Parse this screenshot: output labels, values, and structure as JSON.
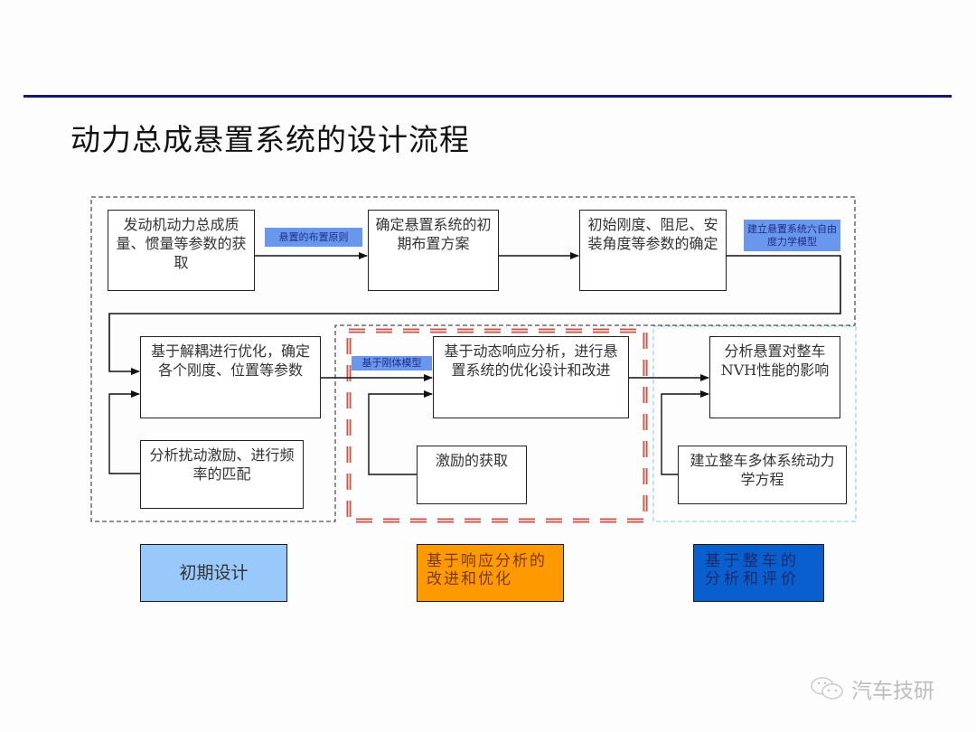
{
  "slide": {
    "title": "动力总成悬置系统的设计流程",
    "watermark": {
      "icon": "wechat-icon",
      "text": "汽车技研"
    }
  },
  "boxes": {
    "b1": "发动机动力总成质量、惯量等参数的获取",
    "b2": "确定悬置系统的初期布置方案",
    "b3": "初始刚度、阻尼、安装角度等参数的确定",
    "b4": "基于解耦进行优化，确定各个刚度、位置等参数",
    "b5": "分析扰动激励、进行频率的匹配",
    "b6": "基于动态响应分析，进行悬置系统的优化设计和改进",
    "b7": "激励的获取",
    "b8": "分析悬置对整车NVH性能的影响",
    "b9": "建立整车多体系统动力学方程"
  },
  "tags": {
    "t1": "悬置的布置原则",
    "t2": "建立悬置系统六自由度力学模型",
    "t3": "基于刚体模型"
  },
  "legend": [
    {
      "label": "初期设计",
      "color": "#99c8fa",
      "text_color": "#333333"
    },
    {
      "label": "基于响应分析的改进和优化",
      "color": "#ff9900",
      "text_color": "#7a3a10"
    },
    {
      "label": "基于整车的分析和评价",
      "color": "#0a5fce",
      "text_color": "#1a2a6a"
    }
  ],
  "colors": {
    "rule": "#141a72",
    "tag_fill": "#6a97ee",
    "stage1_border": "#222222",
    "stage2_border": "#c0392b",
    "stage3_border": "#7fd0d8"
  }
}
